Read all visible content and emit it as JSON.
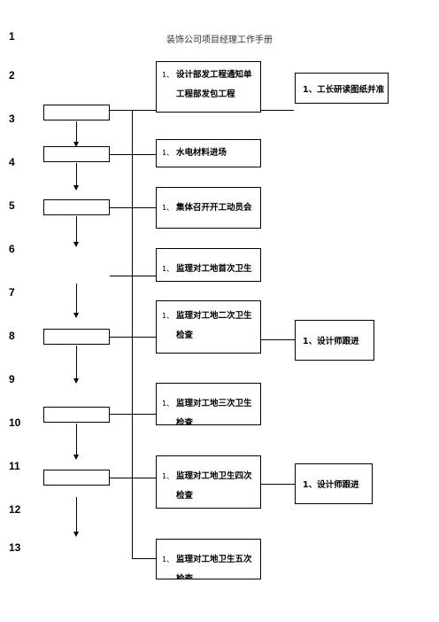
{
  "header": {
    "title": "装饰公司项目经理工作手册"
  },
  "row_numbers": [
    "1",
    "2",
    "3",
    "4",
    "5",
    "6",
    "7",
    "8",
    "9",
    "10",
    "11",
    "12",
    "13"
  ],
  "steps": [
    {
      "num": "1、",
      "line1": "设计部发工程通知单",
      "line2": "工程部发包工程"
    },
    {
      "num": "1、",
      "line1": "水电材料进场",
      "line2": ""
    },
    {
      "num": "1、",
      "line1": "集体召开开工动员会",
      "line2": ""
    },
    {
      "num": "1、",
      "line1": "监理对工地首次卫生",
      "line2": ""
    },
    {
      "num": "1、",
      "line1": "监理对工地二次卫生",
      "line2": "检查"
    },
    {
      "num": "1、",
      "line1": "监理对工地三次卫生",
      "line2": "检查"
    },
    {
      "num": "1、",
      "line1": "监理对工地卫生四次",
      "line2": "检查"
    },
    {
      "num": "1、",
      "line1": "监理对工地卫生五次",
      "line2": "检查"
    }
  ],
  "side_notes": [
    {
      "text": "1、工长研读图纸并准"
    },
    {
      "text": "1、设计师跟进"
    },
    {
      "text": "1、设计师跟进"
    }
  ]
}
